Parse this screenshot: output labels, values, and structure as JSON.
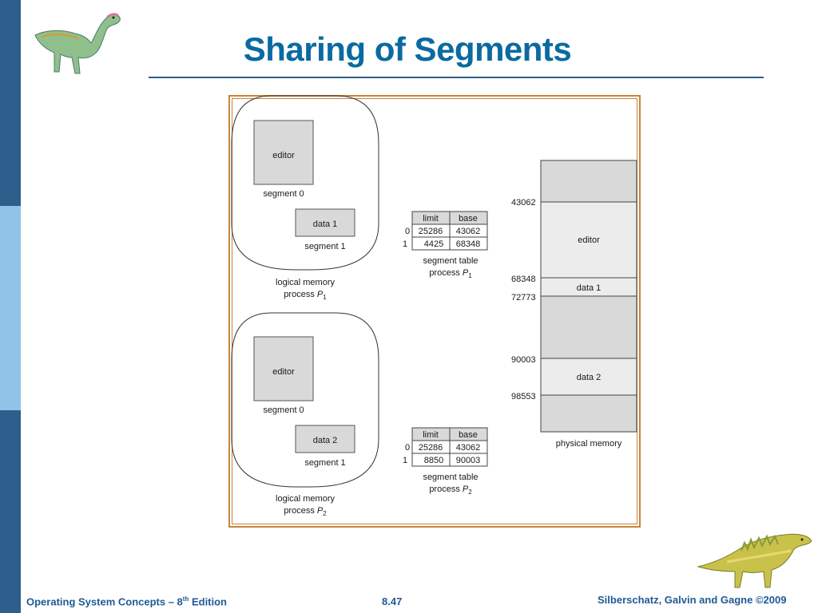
{
  "slide": {
    "title": "Sharing of Segments",
    "colors": {
      "title": "#0a6aa1",
      "footer": "#1f5a94",
      "frame": "#c8843a",
      "memory_fill": "#d9d9d9"
    }
  },
  "footer": {
    "course_prefix": "Operating System Concepts – 8",
    "course_sup": "th",
    "course_suffix": " Edition",
    "page_number": "8.47",
    "copyright": "Silberschatz, Galvin and Gagne ©2009"
  },
  "diagram": {
    "process1": {
      "segment0_box": "editor",
      "segment0_label": "segment 0",
      "segment1_box": "data 1",
      "segment1_label": "segment 1",
      "caption_line1": "logical memory",
      "caption_line2_prefix": "process ",
      "caption_var": "P",
      "caption_sub": "1"
    },
    "process2": {
      "segment0_box": "editor",
      "segment0_label": "segment 0",
      "segment1_box": "data 2",
      "segment1_label": "segment 1",
      "caption_line1": "logical memory",
      "caption_line2_prefix": "process ",
      "caption_var": "P",
      "caption_sub": "2"
    },
    "table1": {
      "headers": [
        "limit",
        "base"
      ],
      "rows": [
        {
          "index": "0",
          "limit": "25286",
          "base": "43062"
        },
        {
          "index": "1",
          "limit": "4425",
          "base": "68348"
        }
      ],
      "caption_line1": "segment table",
      "caption_line2_prefix": "process ",
      "caption_var": "P",
      "caption_sub": "1"
    },
    "table2": {
      "headers": [
        "limit",
        "base"
      ],
      "rows": [
        {
          "index": "0",
          "limit": "25286",
          "base": "43062"
        },
        {
          "index": "1",
          "limit": "8850",
          "base": "90003"
        }
      ],
      "caption_line1": "segment table",
      "caption_line2_prefix": "process ",
      "caption_var": "P",
      "caption_sub": "2"
    },
    "physical_memory": {
      "caption": "physical memory",
      "addresses": [
        "43062",
        "68348",
        "72773",
        "90003",
        "98553"
      ],
      "regions": [
        "editor",
        "data 1",
        "data 2"
      ]
    }
  }
}
